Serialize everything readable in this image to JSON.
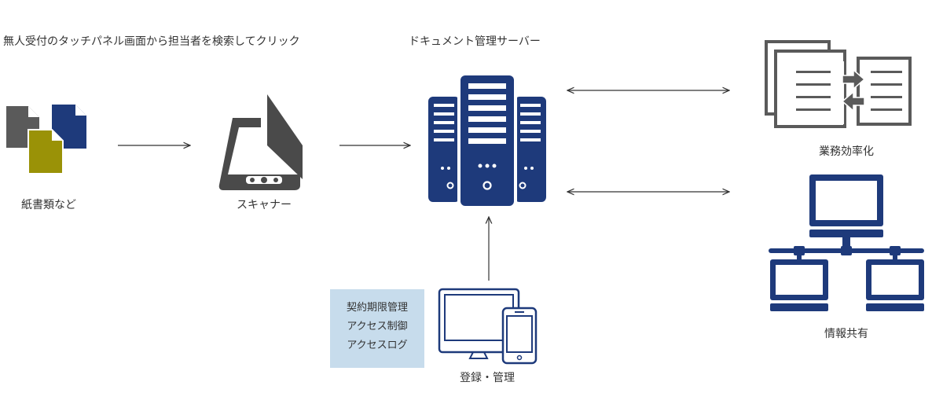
{
  "top_left_caption": "無人受付のタッチパネル画面から担当者を検索してクリック",
  "server_caption": "ドキュメント管理サーバー",
  "nodes": {
    "paper": "紙書類など",
    "scanner": "スキャナー",
    "efficiency": "業務効率化",
    "sharing": "情報共有",
    "register": "登録・管理"
  },
  "features": [
    "契約期限管理",
    "アクセス制御",
    "アクセスログ"
  ],
  "colors": {
    "navy": "#1e3a7b",
    "gray": "#5a5a5a",
    "olive": "#9a9207",
    "box": "#c7dcec"
  }
}
